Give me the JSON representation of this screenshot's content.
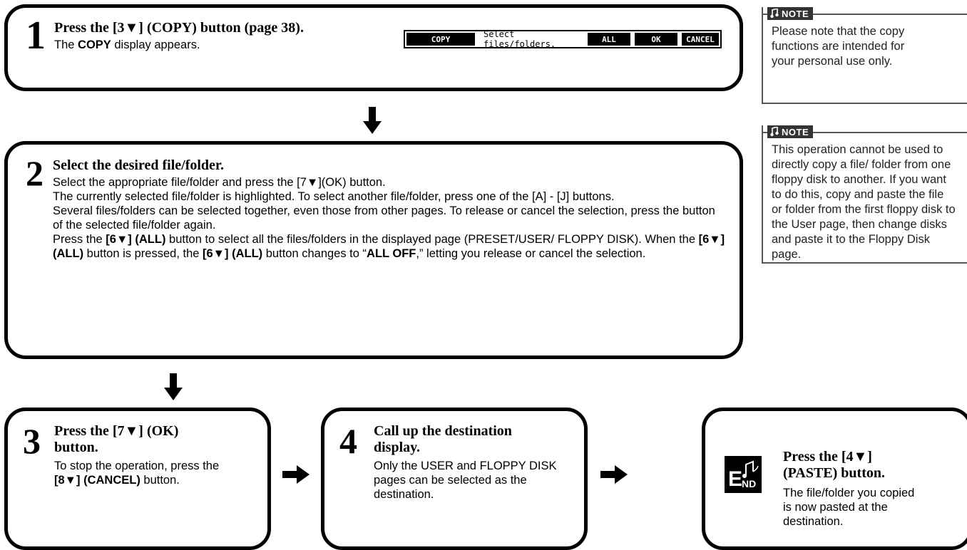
{
  "steps": {
    "s1": {
      "number": "1",
      "title": "Press the [3▼] (COPY) button (page 38).",
      "body_pre": "The ",
      "body_bold": "COPY",
      "body_post": " display appears."
    },
    "s2": {
      "number": "2",
      "title": "Select the desired file/folder.",
      "p1": "Select the appropriate file/folder and press the [7▼](OK) button.",
      "p2": "The currently selected file/folder is highlighted. To select another file/folder, press one of the [A] - [J] buttons.",
      "p3": "Several files/folders can be selected together, even those from other pages. To release or cancel the selection, press the button of the selected file/folder again.",
      "p4_a": "Press the ",
      "p4_b": "[6▼] (ALL)",
      "p4_c": " button to select all the files/folders in the displayed page (PRESET/USER/ FLOPPY DISK). When the ",
      "p4_d": "[6▼] (ALL)",
      "p4_e": " button is pressed, the ",
      "p4_f": "[6▼] (ALL)",
      "p4_g": " button changes to “",
      "p4_h": "ALL OFF",
      "p4_i": ",” letting you release or cancel the selection."
    },
    "s3": {
      "number": "3",
      "title": "Press the [7▼] (OK) button.",
      "body_a": "To stop the operation, press the ",
      "body_b": "[8▼] (CANCEL)",
      "body_c": " button."
    },
    "s4": {
      "number": "4",
      "title": "Call up the destination display.",
      "body": "Only the USER and FLOPPY DISK pages can be selected as the destination."
    },
    "end": {
      "icon_text": "END",
      "title": "Press the [4▼] (PASTE) button.",
      "body": "The file/folder you copied is now pasted at the destination."
    }
  },
  "lcd": {
    "title": "COPY",
    "message": "Select files/folders.",
    "buttons": [
      "ALL",
      "OK",
      "CANCEL"
    ]
  },
  "notes": [
    {
      "tag": "NOTE",
      "text": "Please note that the copy functions are intended for your personal use only."
    },
    {
      "tag": "NOTE",
      "text": "This operation cannot be used to directly copy a file/ folder from one floppy disk to another. If you want to do this, copy and paste the file or folder from the first floppy disk to the User page, then change disks and paste it to the Floppy Disk page."
    }
  ],
  "icons": {
    "down": "down-arrow-icon",
    "right": "right-arrow-icon",
    "note": "music-note-icon",
    "end": "end-icon"
  }
}
